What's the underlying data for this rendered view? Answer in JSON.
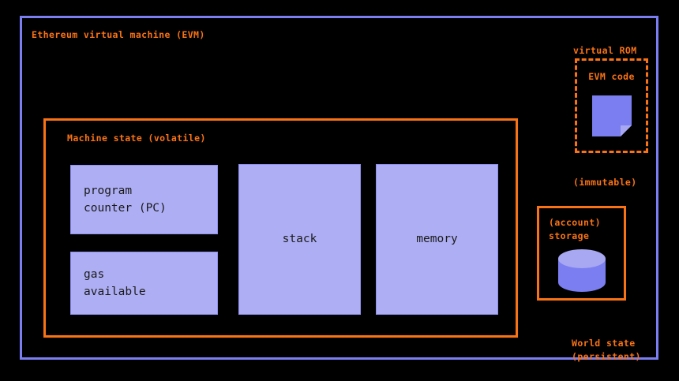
{
  "diagram": {
    "title": "Ethereum virtual machine (EVM)",
    "colors": {
      "background": "#000000",
      "evm_border": "#7b7ef0",
      "accent_orange": "#f97316",
      "block_fill": "#aeaef4",
      "block_border": "#8f8ff0",
      "block_text": "#1a1a1a",
      "icon_fill": "#7b7ef0",
      "icon_fill_light": "#a7a7f2"
    },
    "machine_state": {
      "title": "Machine state (volatile)",
      "blocks": [
        {
          "id": "program-counter",
          "label": "program\ncounter (PC)",
          "align": "left"
        },
        {
          "id": "gas-available",
          "label": "gas\navailable",
          "align": "left"
        },
        {
          "id": "stack",
          "label": "stack",
          "align": "center"
        },
        {
          "id": "memory",
          "label": "memory",
          "align": "center"
        }
      ]
    },
    "virtual_rom": {
      "heading": "virtual ROM",
      "box_title": "EVM code",
      "footnote": "(immutable)",
      "icon": "file-document-icon"
    },
    "world_state": {
      "storage_title": "(account)\nstorage",
      "footnote": "World state\n(persistent)",
      "icon": "database-cylinder-icon"
    }
  }
}
